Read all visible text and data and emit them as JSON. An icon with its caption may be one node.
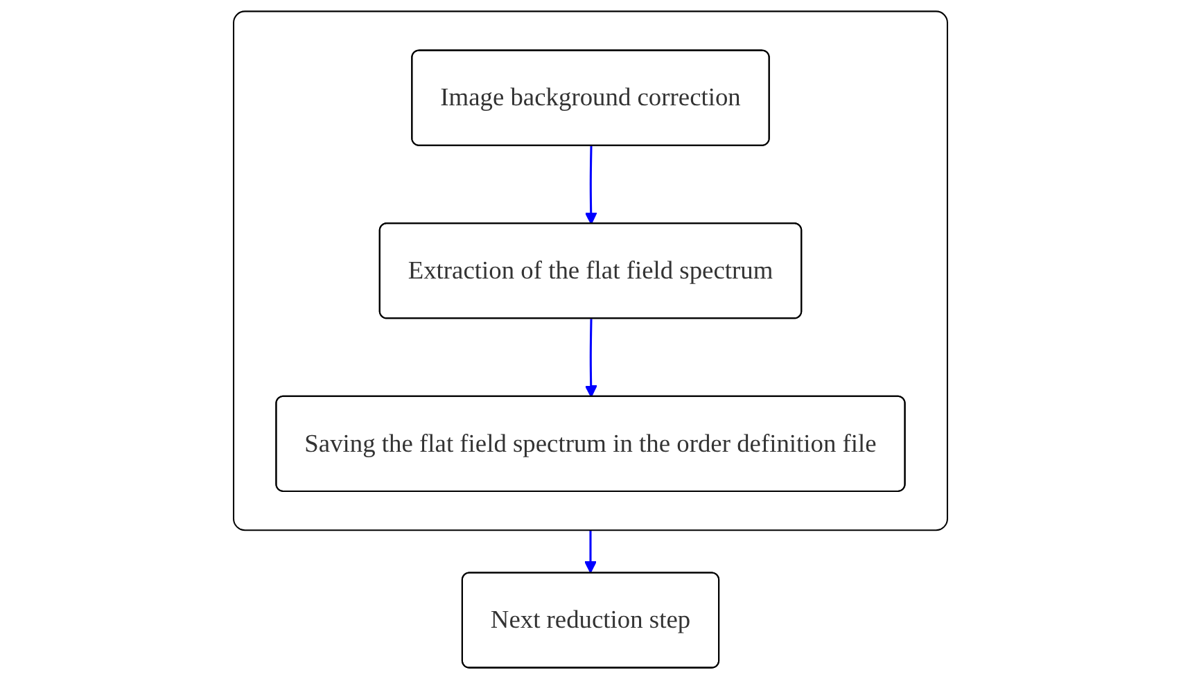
{
  "diagram": {
    "nodes": [
      {
        "text": [],
        "shape": "box"
      },
      {
        "text": [
          "Image background correction"
        ],
        "in": 0
      },
      {
        "text": [
          "Extraction of the flat field spectrum"
        ],
        "in": 0
      },
      {
        "text": [
          "Saving the flat field spectrum in the order definition file"
        ],
        "in": 0
      },
      {
        "text": [
          "Next reduction step"
        ]
      }
    ],
    "edges": [
      {
        "from": 1,
        "to": 2,
        "arrow": "to"
      },
      {
        "from": 2,
        "to": 3,
        "arrow": "to"
      },
      {
        "from": 0,
        "to": 4,
        "arrow": "to"
      }
    ]
  }
}
